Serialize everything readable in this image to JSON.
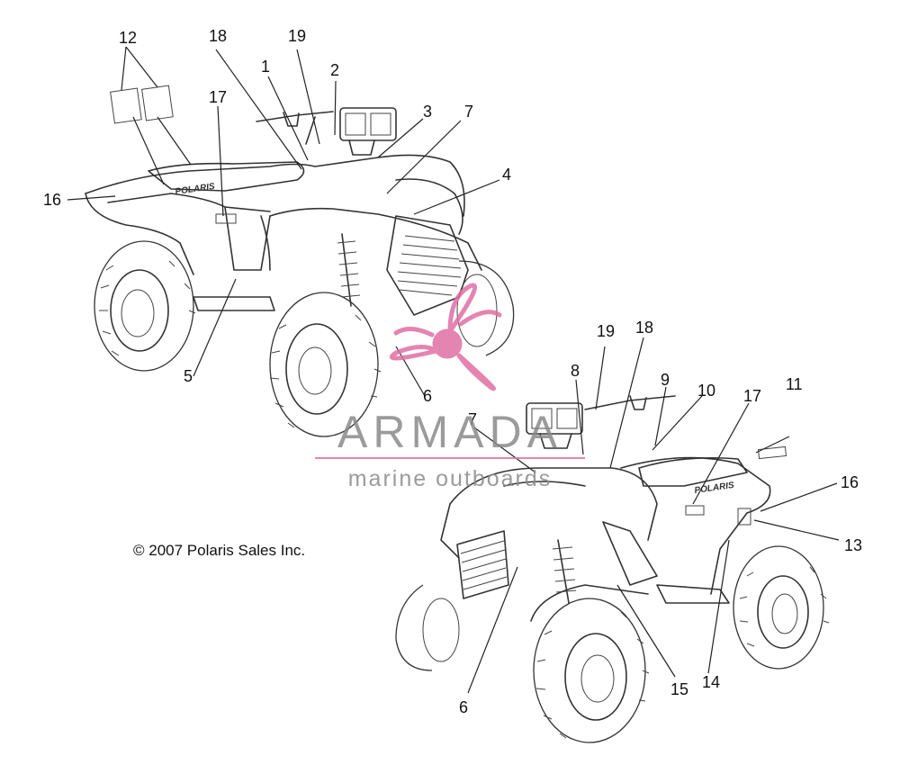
{
  "copyright": "© 2007 Polaris Sales Inc.",
  "brand_decal": "POLARIS",
  "watermark": {
    "brand": "ARMADA",
    "tagline": "marine outboards",
    "accent_color": "#e06fa4"
  },
  "callouts": [
    "1",
    "2",
    "3",
    "4",
    "5",
    "6",
    "7",
    "8",
    "9",
    "10",
    "11",
    "12",
    "13",
    "14",
    "15",
    "16",
    "17",
    "18",
    "19"
  ]
}
